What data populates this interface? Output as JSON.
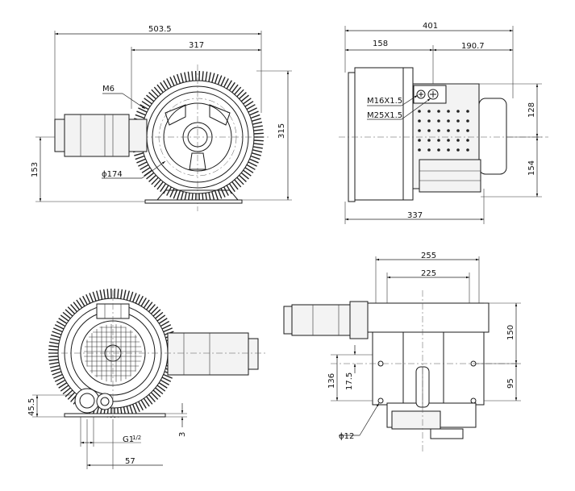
{
  "view_top_left": {
    "dim_width": "503.5",
    "dim_inner": "317",
    "dim_height": "315",
    "dim_axis": "153",
    "label_thread": "M6",
    "label_diameter": "ϕ174"
  },
  "view_top_right": {
    "dim_width": "401",
    "dim_left": "158",
    "dim_right": "190.7",
    "dim_upper": "128",
    "dim_lower": "154",
    "dim_bottom": "337",
    "label_gland1": "M16X1.5",
    "label_gland2": "M25X1.5"
  },
  "view_bottom_left": {
    "dim_base": "45.5",
    "dim_port": "G1",
    "dim_port_frac": "1/2",
    "dim_offset": "57",
    "dim_small": "3"
  },
  "view_bottom_right": {
    "dim_outer": "255",
    "dim_inner": "225",
    "dim_upper": "150",
    "dim_lower": "95",
    "dim_left_a": "136",
    "dim_left_b": "17.5",
    "label_hole": "ϕ12"
  }
}
